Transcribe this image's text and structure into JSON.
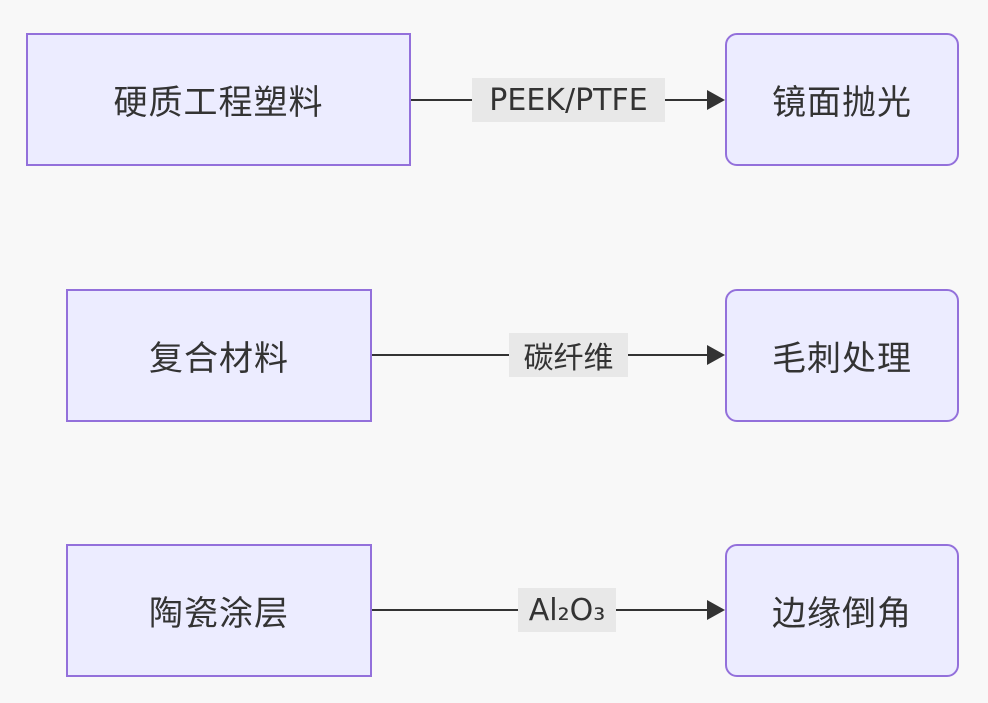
{
  "rows": [
    {
      "source": "硬质工程塑料",
      "edge_label": "PEEK/PTFE",
      "target": "镜面抛光"
    },
    {
      "source": "复合材料",
      "edge_label": "碳纤维",
      "target": "毛刺处理"
    },
    {
      "source": "陶瓷涂层",
      "edge_label": "Al₂O₃",
      "target": "边缘倒角"
    }
  ],
  "colors": {
    "node_fill": "#ececff",
    "node_border": "#9370db",
    "edge": "#333333",
    "edge_label_bg": "#e8e8e8",
    "background": "#f8f8f8"
  }
}
